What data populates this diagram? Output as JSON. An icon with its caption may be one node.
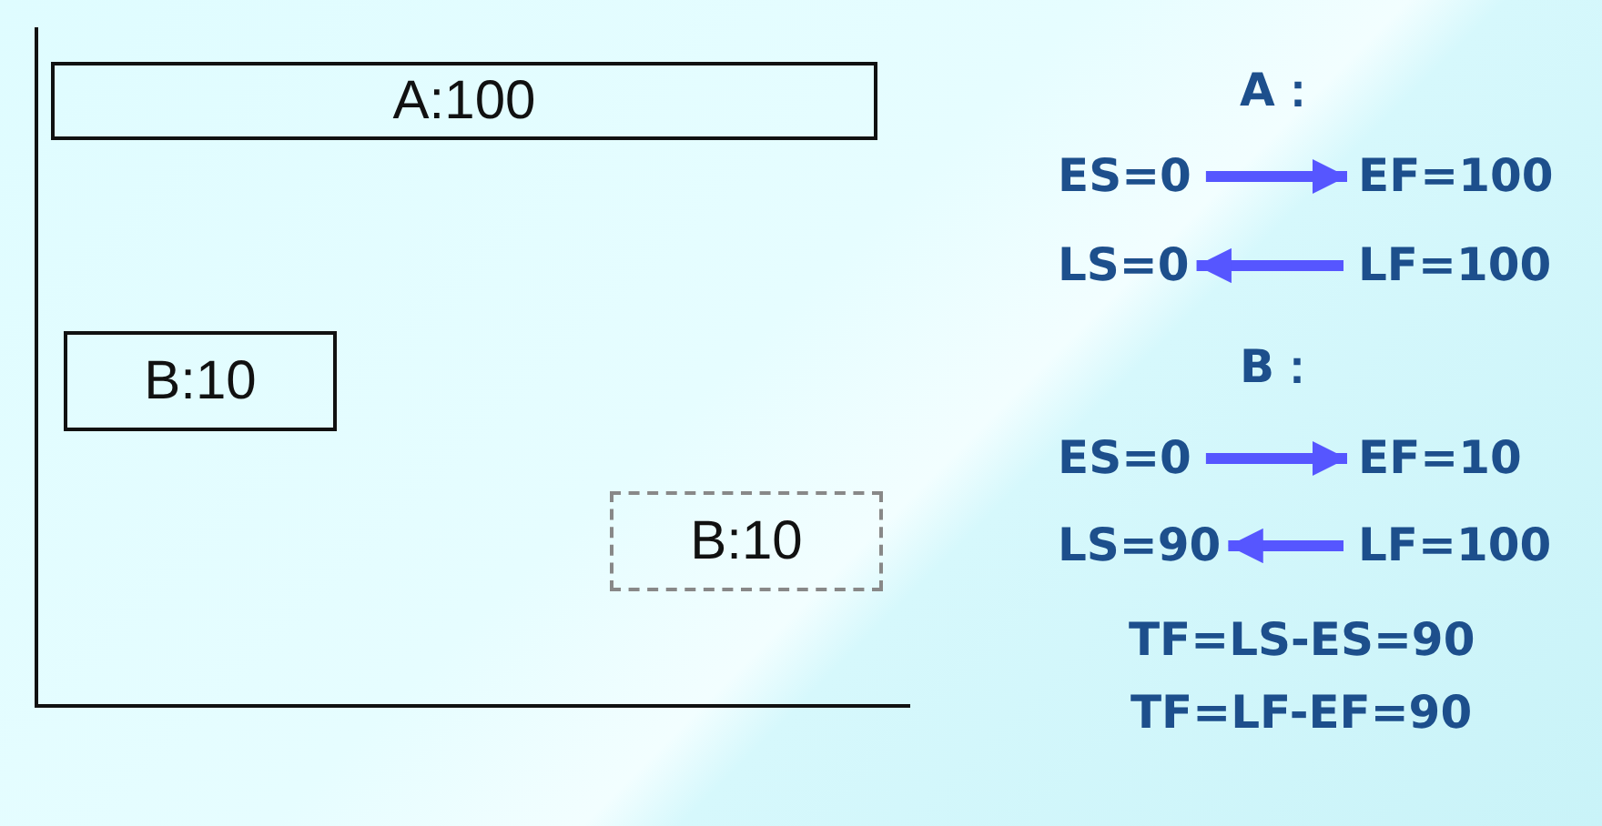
{
  "diagram": {
    "nodes": [
      {
        "text": [
          "A:100"
        ]
      },
      {
        "text": [
          "B:10"
        ]
      },
      {
        "text": [
          "B:10"
        ]
      },
      {
        "text": [
          "ES=0"
        ]
      },
      {
        "text": [
          "EF=100"
        ]
      },
      {
        "text": [
          "LS=0"
        ]
      },
      {
        "text": [
          "LF=100"
        ]
      },
      {
        "text": [
          "ES=0"
        ]
      },
      {
        "text": [
          "EF=10"
        ]
      },
      {
        "text": [
          "LS=90"
        ]
      },
      {
        "text": [
          "LF=100"
        ]
      }
    ],
    "edges": [
      {
        "from": 3,
        "to": 4,
        "arrow": "to"
      },
      {
        "from": 6,
        "to": 5,
        "arrow": "to"
      },
      {
        "from": 7,
        "to": 8,
        "arrow": "to"
      },
      {
        "from": 10,
        "to": 9,
        "arrow": "to"
      }
    ],
    "labels": [
      "A：",
      "B：",
      "TF=LS-ES=90",
      "TF=LF-EF=90"
    ]
  }
}
